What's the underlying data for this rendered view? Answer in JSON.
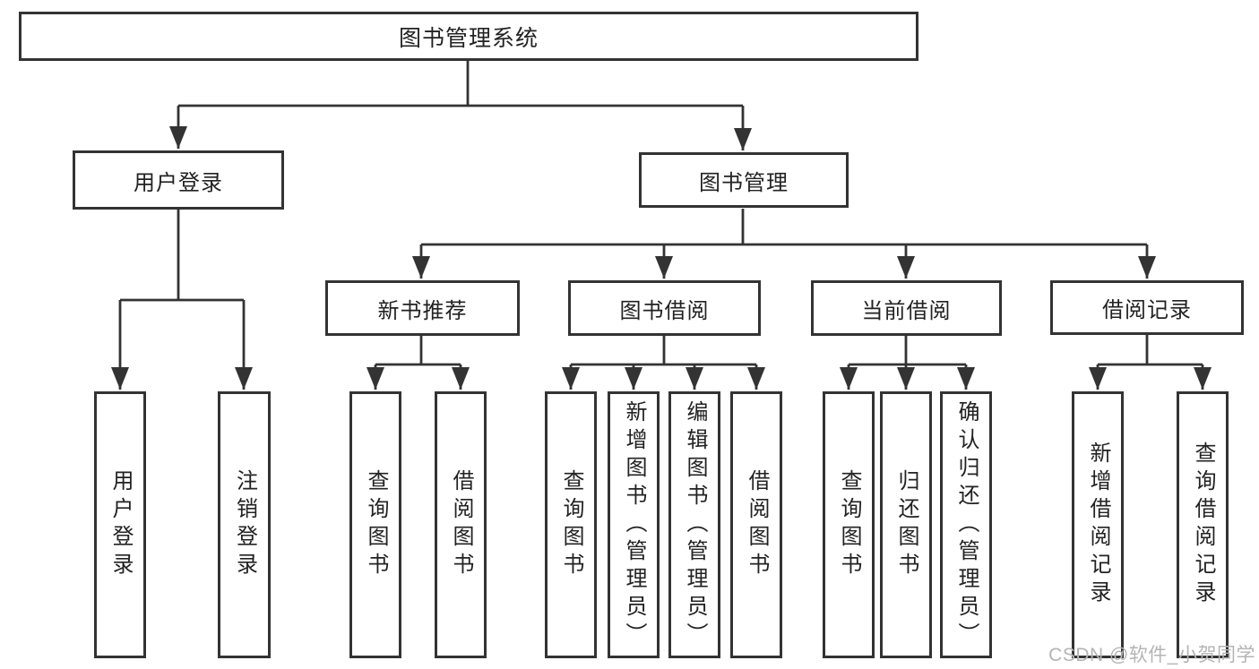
{
  "page": {
    "background": "#ffffff"
  },
  "colors": {
    "line": "#333333",
    "box_border": "#333333",
    "text": "#222222",
    "watermark": "#b4b4b4"
  },
  "watermark": "CSDN @软件_小贺同学",
  "tree": {
    "root": {
      "label": "图书管理系统"
    },
    "children": [
      {
        "label": "用户登录",
        "children": [
          {
            "label": "用户登录"
          },
          {
            "label": "注销登录"
          }
        ]
      },
      {
        "label": "图书管理",
        "children": [
          {
            "label": "新书推荐",
            "children": [
              {
                "label": "查询图书"
              },
              {
                "label": "借阅图书"
              }
            ]
          },
          {
            "label": "图书借阅",
            "children": [
              {
                "label": "查询图书"
              },
              {
                "label": "新增图书（管理员）"
              },
              {
                "label": "编辑图书（管理员）"
              },
              {
                "label": "借阅图书"
              }
            ]
          },
          {
            "label": "当前借阅",
            "children": [
              {
                "label": "查询图书"
              },
              {
                "label": "归还图书"
              },
              {
                "label": "确认归还（管理员）"
              }
            ]
          },
          {
            "label": "借阅记录",
            "children": [
              {
                "label": "新增借阅记录"
              },
              {
                "label": "查询借阅记录"
              }
            ]
          }
        ]
      }
    ]
  }
}
